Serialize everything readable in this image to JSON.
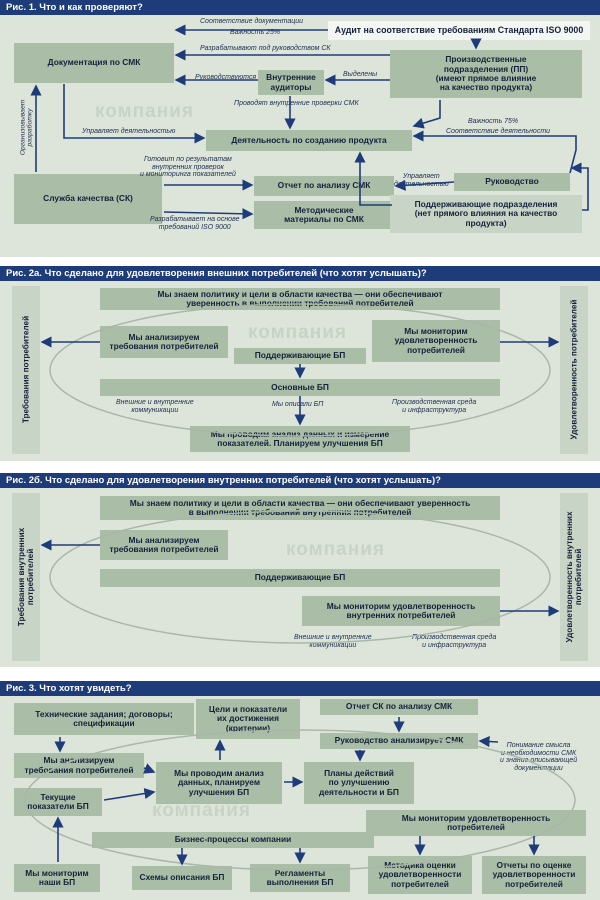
{
  "colors": {
    "header": "#1f3c7a",
    "panel": "#dde5db",
    "box": "#a9bda7",
    "arrow": "#1f3c7a"
  },
  "fig1": {
    "title": "Рис. 1. Что и как проверяют?",
    "watermark": "компания",
    "boxes": {
      "audit": "Аудит на соответствие требованиям Стандарта ISO 9000",
      "docs": "Документация по СМК",
      "pp": "Производственные\nподразделения (ПП)\n(имеют прямое влияние\nна качество продукта)",
      "internal_auditors": "Внутренние\nаудиторы",
      "activity": "Деятельность по созданию продукта",
      "sk": "Служба качества (СК)",
      "report": "Отчет по анализу СМК",
      "management": "Руководство",
      "methodical": "Методические\nматериалы по СМК",
      "support": "Поддерживающие подразделения\n(нет прямого влияния на качество\nпродукта)"
    },
    "notes": {
      "conformance": "Соответствие документации",
      "importance25": "Важность 25%",
      "developed_under": "Разрабатывают под руководством СК",
      "guided": "Руководствуются",
      "assigned": "Выделены",
      "conducts": "Проводят внутренние проверки СМК",
      "importance75": "Важность 75%",
      "conformance_activity": "Соответствие деятельности",
      "manages": "Управляет деятельностью",
      "prepared_by": "Готовит по результатам\nвнутренних проверок\nи мониторинга показателей",
      "manage": "Управляет\nдеятельностью",
      "developed_iso": "Разрабатывает на основе\nтребований ISO 9000",
      "organizes": "Организовывает\nразработку"
    }
  },
  "fig2a": {
    "title": "Рис. 2а. Что сделано для удовлетворения внешних потребителей (что хотят услышать)?",
    "watermark": "компания",
    "left_label": "Требования потребителей",
    "right_label": "Удовлетворенность потребителей",
    "boxes": {
      "policy": "Мы знаем политику и цели в области качества — они обеспечивают\nуверенность в выполнении требований потребителей",
      "analyze": "Мы анализируем\nтребования потребителей",
      "monitor": "Мы мониторим\nудовлетворенность\nпотребителей",
      "supporting": "Поддерживающие БП",
      "main": "Основные БП",
      "data": "Мы проводим анализ данных и измерение\nпоказателей. Планируем улучшения БП"
    },
    "notes": {
      "comm": "Внешние и внутренние\nкоммуникации",
      "described": "Мы описали БП",
      "env": "Производственная среда\nи инфраструктура"
    }
  },
  "fig2b": {
    "title": "Рис. 2б. Что сделано для удовлетворения внутренних потребителей (что хотят услышать)?",
    "watermark": "компания",
    "left_label": "Требования внутренних\nпотребителей",
    "right_label": "Удовлетворенность внутренних\nпотребителей",
    "boxes": {
      "policy": "Мы знаем политику и цели в области качества — они обеспечивают уверенность\nв выполнении требований внутренних потребителей",
      "analyze": "Мы анализируем\nтребования потребителей",
      "supporting": "Поддерживающие БП",
      "monitor": "Мы мониторим удовлетворенность\nвнутренних потребителей"
    },
    "notes": {
      "comm": "Внешние и внутренние\nкоммуникации",
      "env": "Производственная среда\nи инфраструктура"
    }
  },
  "fig3": {
    "title": "Рис. 3. Что хотят увидеть?",
    "watermark": "компания",
    "boxes": {
      "tech": "Технические задания; договоры;\nспецификации",
      "goals": "Цели и показатели\nих достижения\n(критерии)",
      "sk_report": "Отчет СК по анализу СМК",
      "mgmt": "Руководство анализирует СМК",
      "analyze": "Мы анализируем\nтребования потребителей",
      "data": "Мы проводим анализ\nданных, планируем\nулучшения БП",
      "plans": "Планы действий\nпо улучшению\nдеятельности и БП",
      "current": "Текущие\nпоказатели БП",
      "monitor_sat": "Мы мониторим удовлетворенность\nпотребителей",
      "processes": "Бизнес-процессы компании",
      "monitor_bp": "Мы мониторим\nнаши БП",
      "schemes": "Схемы описания БП",
      "regs": "Регламенты\nвыполнения БП",
      "method": "Методика оценки\nудовлетворенности\nпотребителей",
      "reports": "Отчеты по оценке\nудовлетворенности\nпотребителей"
    },
    "notes": {
      "understanding": "Понимание смысла\nи необходимости СМК\nи знание описывающей\nдокументации"
    }
  }
}
